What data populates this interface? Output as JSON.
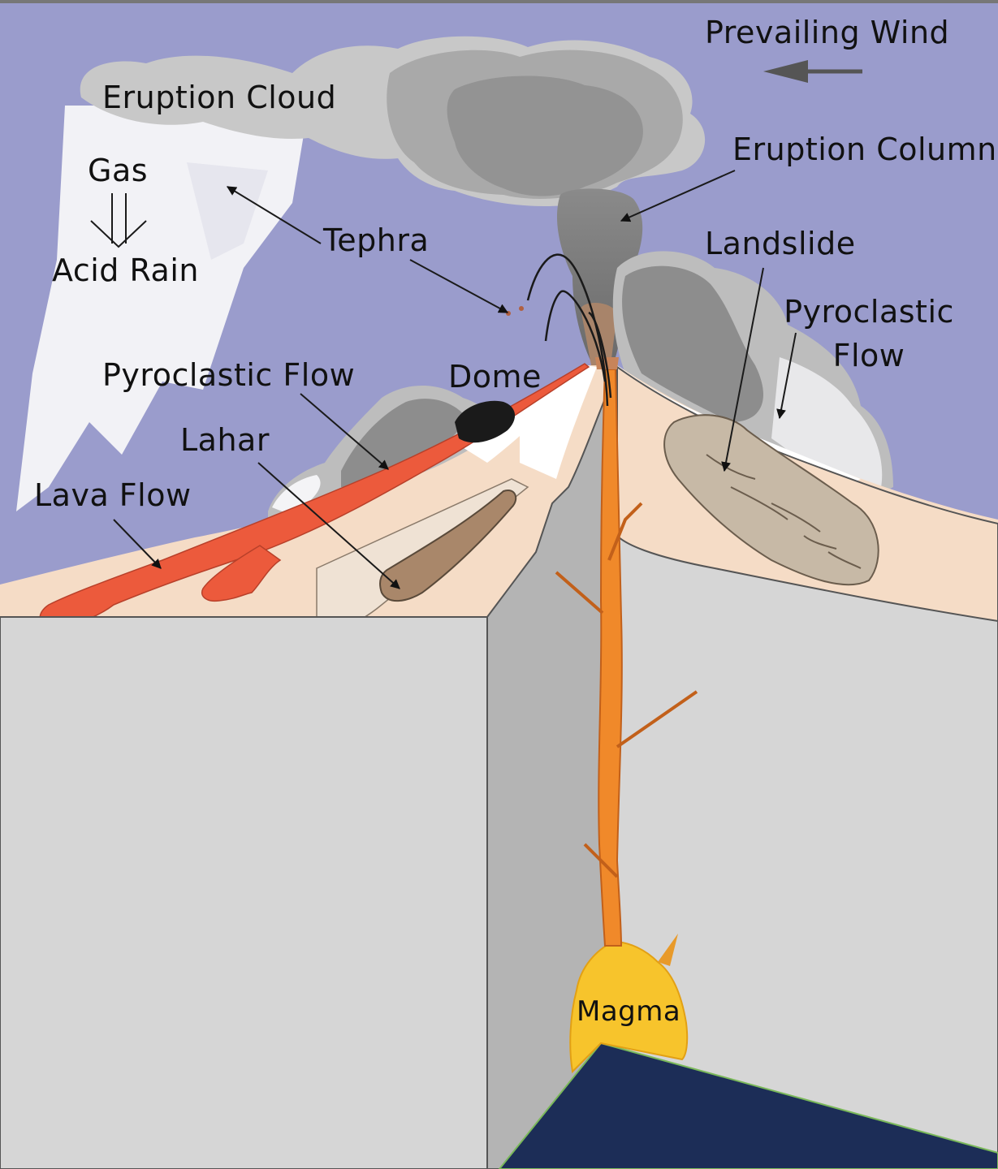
{
  "labels": {
    "prevailing_wind": "Prevailing Wind",
    "eruption_cloud": "Eruption Cloud",
    "gas": "Gas",
    "acid_rain": "Acid Rain",
    "tephra": "Tephra",
    "eruption_column": "Eruption Column",
    "landslide": "Landslide",
    "pyroclastic_flow_right_1": "Pyroclastic",
    "pyroclastic_flow_right_2": "Flow",
    "pyroclastic_flow_left": "Pyroclastic Flow",
    "dome": "Dome",
    "lahar": "Lahar",
    "lava_flow": "Lava Flow",
    "magma": "Magma"
  },
  "colors": {
    "sky": "#9a9ccc",
    "rock_front": "#d6d6d6",
    "rock_side": "#b4b4b4",
    "surface": "#f5dcc6",
    "lava": "#ec5a3c",
    "conduit": "#f0892a",
    "magma": "#f7c42c",
    "deep": "#1c2d57",
    "ash_dark": "#7a7a7a",
    "ash_light": "#c8c8c8",
    "rain": "#f2f2f6",
    "landslide": "#c7b9a6",
    "lahar": "#a9876a"
  }
}
